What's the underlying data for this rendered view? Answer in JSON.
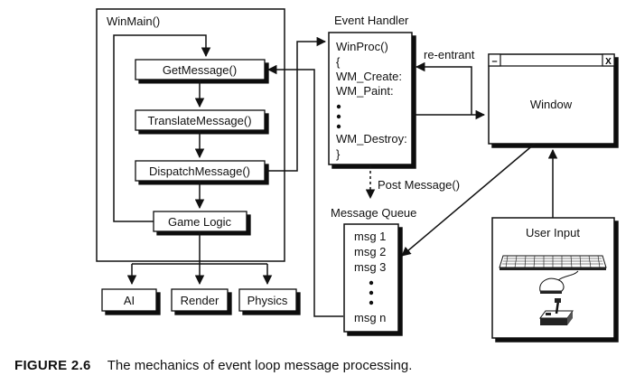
{
  "winmain": {
    "title": "WinMain()",
    "get_message": "GetMessage()",
    "translate_message": "TranslateMessage()",
    "dispatch_message": "DispatchMessage()",
    "game_logic": "Game Logic"
  },
  "subsystems": [
    "AI",
    "Render",
    "Physics"
  ],
  "event_handler": {
    "title": "Event Handler",
    "lines": [
      "WinProc()",
      "{",
      "WM_Create:",
      "WM_Paint:",
      "WM_Destroy:",
      "}"
    ],
    "reentrant": "re-entrant",
    "post_message": "Post Message()"
  },
  "window": {
    "label": "Window",
    "minimize_glyph": "–",
    "close_glyph": "X"
  },
  "message_queue": {
    "title": "Message Queue",
    "items": [
      "msg 1",
      "msg 2",
      "msg 3",
      "msg n"
    ]
  },
  "user_input": {
    "title": "User Input",
    "devices": [
      "keyboard-icon",
      "mouse-icon",
      "joystick-icon"
    ]
  },
  "caption": {
    "figure_label": "FIGURE 2.6",
    "text": "The mechanics of event loop message processing."
  }
}
